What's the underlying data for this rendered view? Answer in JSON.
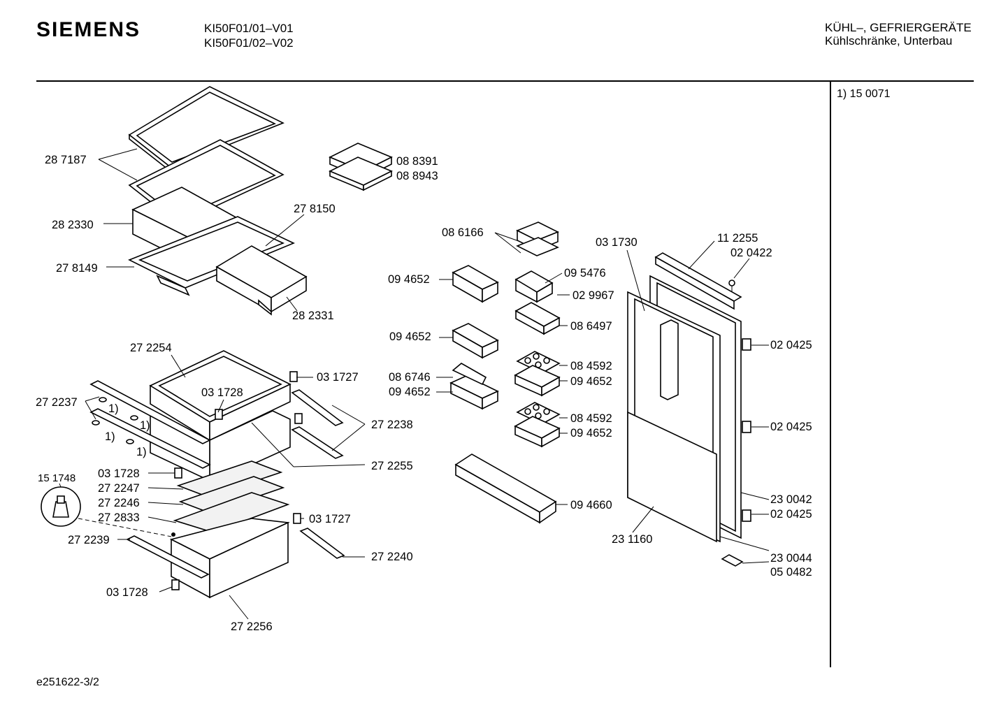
{
  "header": {
    "brand": "SIEMENS",
    "models": [
      "KI50F01/01–V01",
      "KI50F01/02–V02"
    ],
    "category": [
      "KÜHL–, GEFRIERGERÄTE",
      "Kühlschränke, Unterbau"
    ]
  },
  "note": "1) 15 0071",
  "footer": "e251622-3/2",
  "labels": {
    "l287187": "28 7187",
    "l282330": "28 2330",
    "l278150": "27 8150",
    "l278149": "27 8149",
    "l282331": "28 2331",
    "l088391": "08 8391",
    "l088943": "08 8943",
    "l086166": "08 6166",
    "l094652a": "09 4652",
    "l095476": "09 5476",
    "l029967": "02 9967",
    "l086497": "08 6497",
    "l094652b": "09 4652",
    "l086746": "08 6746",
    "l094652c": "09 4652",
    "l084592a": "08 4592",
    "l094652d": "09 4652",
    "l084592b": "08 4592",
    "l094652e": "09 4652",
    "l094660": "09 4660",
    "l031730": "03 1730",
    "l112255": "11 2255",
    "l020422": "02 0422",
    "l020425a": "02 0425",
    "l020425b": "02 0425",
    "l230042": "23 0042",
    "l020425c": "02 0425",
    "l231160": "23 1160",
    "l230044": "23 0044",
    "l050482": "05 0482",
    "l272254": "27 2254",
    "l031727a": "03 1727",
    "l031728a": "03 1728",
    "l272237": "27 2237",
    "l272238": "27 2238",
    "l272255": "27 2255",
    "n1a": "1)",
    "n1b": "1)",
    "n1c": "1)",
    "l151748": "15 1748",
    "l031728b": "03 1728",
    "l272247": "27 2247",
    "l272246": "27 2246",
    "l272833": "27 2833",
    "l031727b": "03 1727",
    "l272239": "27 2239",
    "l272240": "27 2240",
    "l031728c": "03 1728",
    "l272256": "27 2256"
  }
}
